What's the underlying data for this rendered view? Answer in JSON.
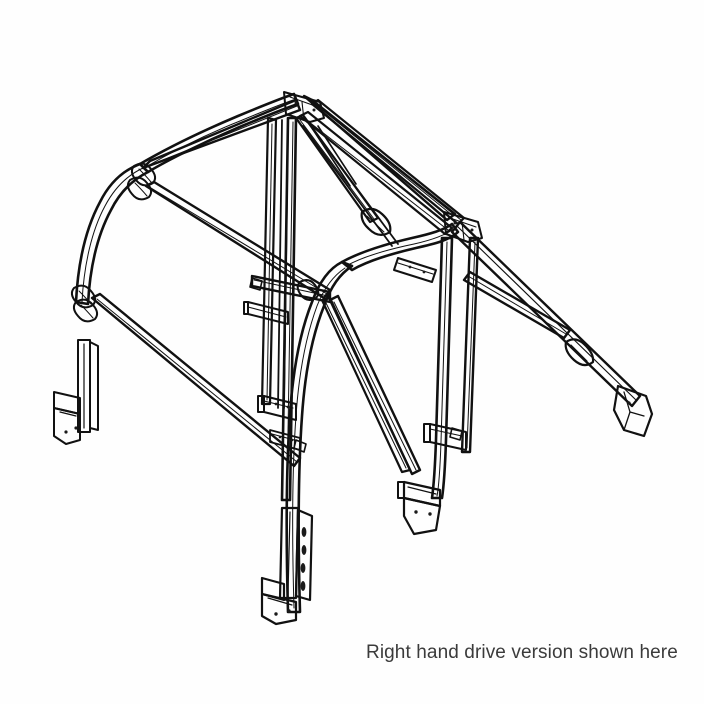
{
  "document": {
    "title": "Roll Cage Assembly Line Drawing",
    "background_color": "#fefefe",
    "line_color": "#111111",
    "caption_color": "#3b3b3b"
  },
  "caption": {
    "text": "Right hand drive version shown here"
  },
  "illustration": {
    "subject": "multi-point bolt-in roll cage",
    "view": "isometric three-quarter perspective",
    "style": "black and white technical line art, white tube fill, outlined",
    "components": [
      {
        "name": "main-hoop",
        "description": "front curved hoop with rounded top corners"
      },
      {
        "name": "rear-hoop",
        "description": "rear curved hoop with rounded top corners"
      },
      {
        "name": "roof-left-rail",
        "description": "left roof longitudinal tube joining hoops"
      },
      {
        "name": "roof-right-rail",
        "description": "right roof longitudinal tube joining hoops"
      },
      {
        "name": "roof-diagonal-brace-a",
        "description": "roof X diagonal tube"
      },
      {
        "name": "roof-diagonal-brace-b",
        "description": "roof X diagonal tube"
      },
      {
        "name": "harness-bar",
        "description": "horizontal harness / cross bar between rear legs"
      },
      {
        "name": "door-bar-left",
        "description": "left side lower longitudinal bar"
      },
      {
        "name": "door-bar-right",
        "description": "right side lower longitudinal bar"
      },
      {
        "name": "rear-stay-left",
        "description": "left rear backstay with mid collar"
      },
      {
        "name": "rear-stay-right",
        "description": "right rear backstay with mid collar"
      },
      {
        "name": "front-leg-left",
        "description": "front left vertical leg to footplate"
      },
      {
        "name": "front-leg-right",
        "description": "front right vertical leg to footplate"
      },
      {
        "name": "rear-leg-left",
        "description": "rear left vertical leg to footplate"
      },
      {
        "name": "rear-leg-right",
        "description": "rear right vertical leg to footplate"
      }
    ],
    "fittings": [
      {
        "name": "corner-joint-plate",
        "count": 4,
        "description": "bolted corner gusset plate at hoop top corners"
      },
      {
        "name": "tube-collar",
        "count": 6,
        "description": "cylindrical sleeve / collar joint on tubes"
      },
      {
        "name": "foot-plate-bolted",
        "count": 4,
        "description": "mounting foot plate with bolt holes"
      },
      {
        "name": "foot-plate-angled",
        "count": 2,
        "description": "angled rear stay mounting foot"
      },
      {
        "name": "slotted-upright-bracket",
        "count": 2,
        "description": "slotted upright mounting leg bracket"
      },
      {
        "name": "channel-sill-rail",
        "count": 2,
        "description": "channel section sill rail under door bars"
      }
    ]
  }
}
